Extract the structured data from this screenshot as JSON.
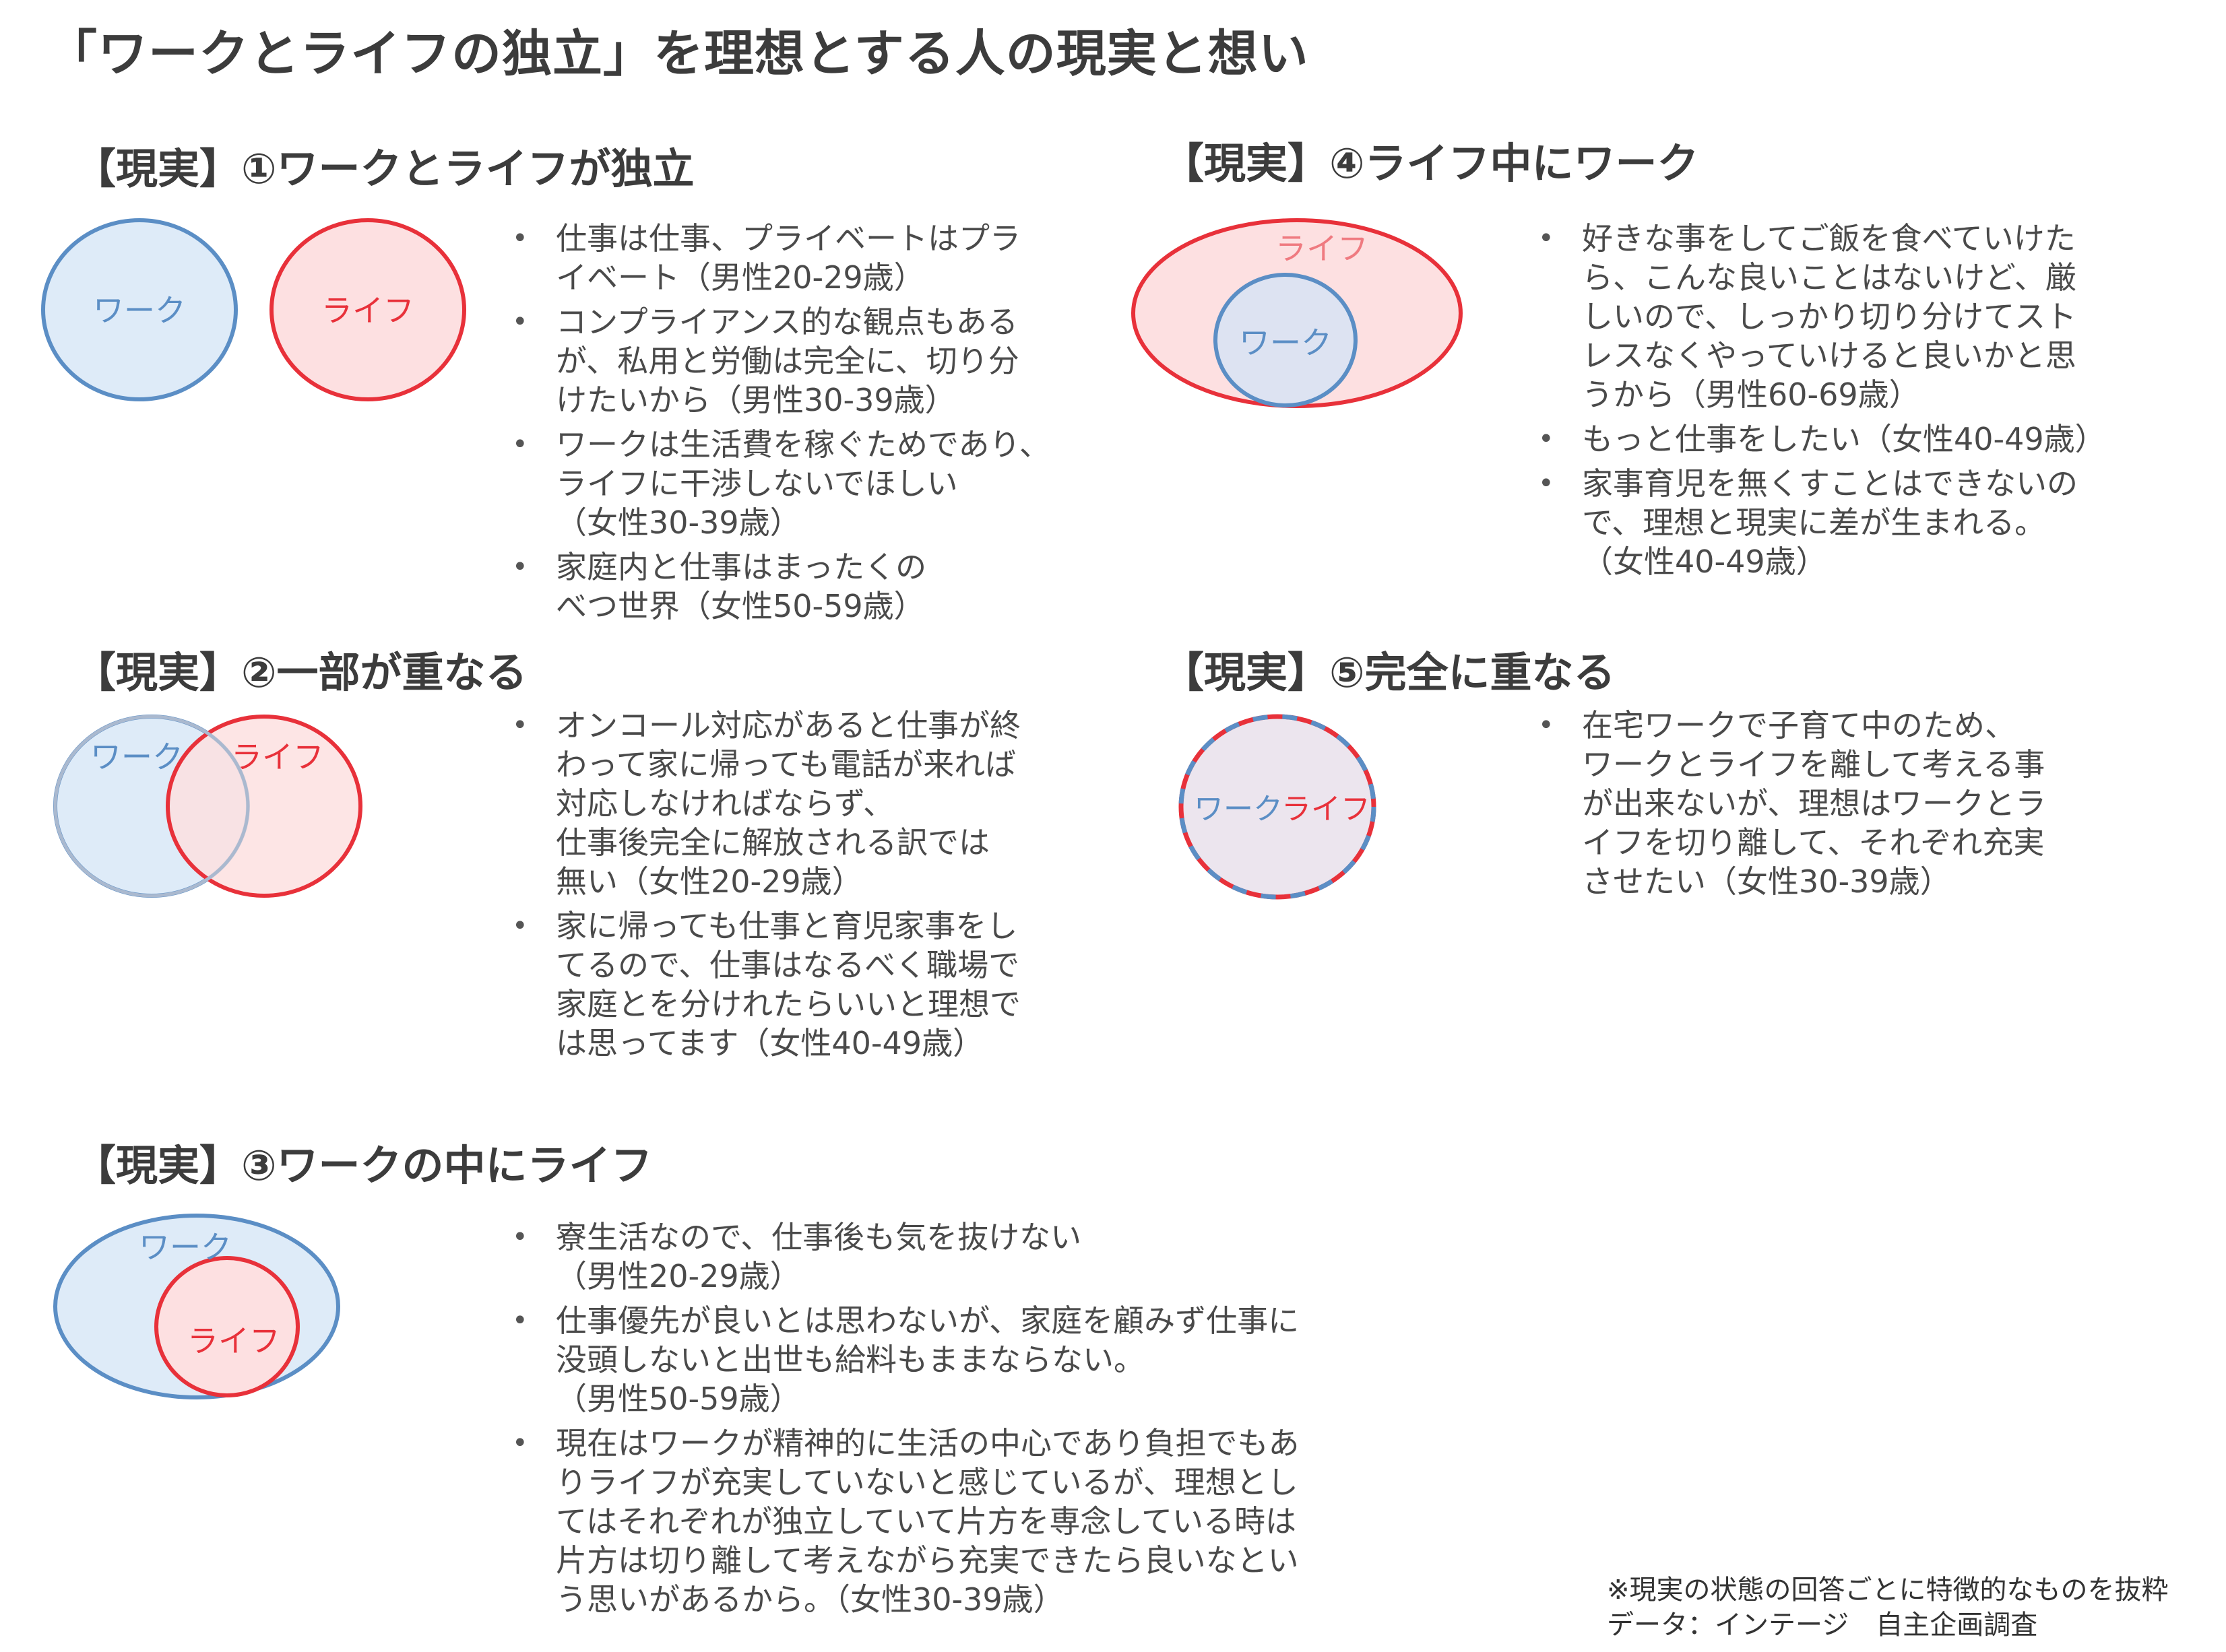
{
  "title": "「ワークとライフの独立」を理想とする人の現実と想い",
  "colors": {
    "work_stroke": "#5b8ec5",
    "work_fill": "#deebf8",
    "life_stroke": "#e8313a",
    "life_fill": "#fde0e1",
    "overlap_fill": "#ece5ee"
  },
  "labels": {
    "work": "ワーク",
    "life": "ライフ"
  },
  "sections": {
    "s1": {
      "title": "【現実】①ワークとライフが独立",
      "quotes": [
        "仕事は仕事、プライベートはプラ\nイベート（男性20-29歳）",
        "コンプライアンス的な観点もある\nが、私用と労働は完全に、切り分\nけたいから（男性30-39歳）",
        "ワークは生活費を稼ぐためであり、\nライフに干渉しないでほしい\n（女性30-39歳）",
        "家庭内と仕事はまったくの\nべつ世界（女性50-59歳）"
      ]
    },
    "s2": {
      "title": "【現実】②一部が重なる",
      "quotes": [
        "オンコール対応があると仕事が終\nわって家に帰っても電話が来れば\n対応しなければならず、\n仕事後完全に解放される訳では\n無い（女性20-29歳）",
        "家に帰っても仕事と育児家事をし\nてるので、仕事はなるべく職場で\n家庭とを分けれたらいいと理想で\nは思ってます（女性40-49歳）"
      ]
    },
    "s3": {
      "title": "【現実】③ワークの中にライフ",
      "quotes": [
        "寮生活なので、仕事後も気を抜けない\n（男性20-29歳）",
        "仕事優先が良いとは思わないが、家庭を顧みず仕事に\n没頭しないと出世も給料もままならない。\n（男性50-59歳）",
        "現在はワークが精神的に生活の中心であり負担でもあ\nりライフが充実していないと感じているが、理想とし\nてはそれぞれが独立していて片方を専念している時は\n片方は切り離して考えながら充実できたら良いなとい\nう思いがあるから。（女性30-39歳）"
      ]
    },
    "s4": {
      "title": "【現実】④ライフ中にワーク",
      "quotes": [
        "好きな事をしてご飯を食べていけた\nら、こんな良いことはないけど、厳\nしいので、しっかり切り分けてスト\nレスなくやっていけると良いかと思\nうから（男性60-69歳）",
        "もっと仕事をしたい（女性40-49歳）",
        "家事育児を無くすことはできないの\nで、理想と現実に差が生まれる。\n（女性40-49歳）"
      ]
    },
    "s5": {
      "title": "【現実】⑤完全に重なる",
      "quotes": [
        "在宅ワークで子育て中のため、\nワークとライフを離して考える事\nが出来ないが、理想はワークとラ\nイフを切り離して、それぞれ充実\nさせたい（女性30-39歳）"
      ]
    }
  },
  "footnote": {
    "line1": "※現実の状態の回答ごとに特徴的なものを抜粋",
    "line2": "データ：インテージ　自主企画調査"
  }
}
